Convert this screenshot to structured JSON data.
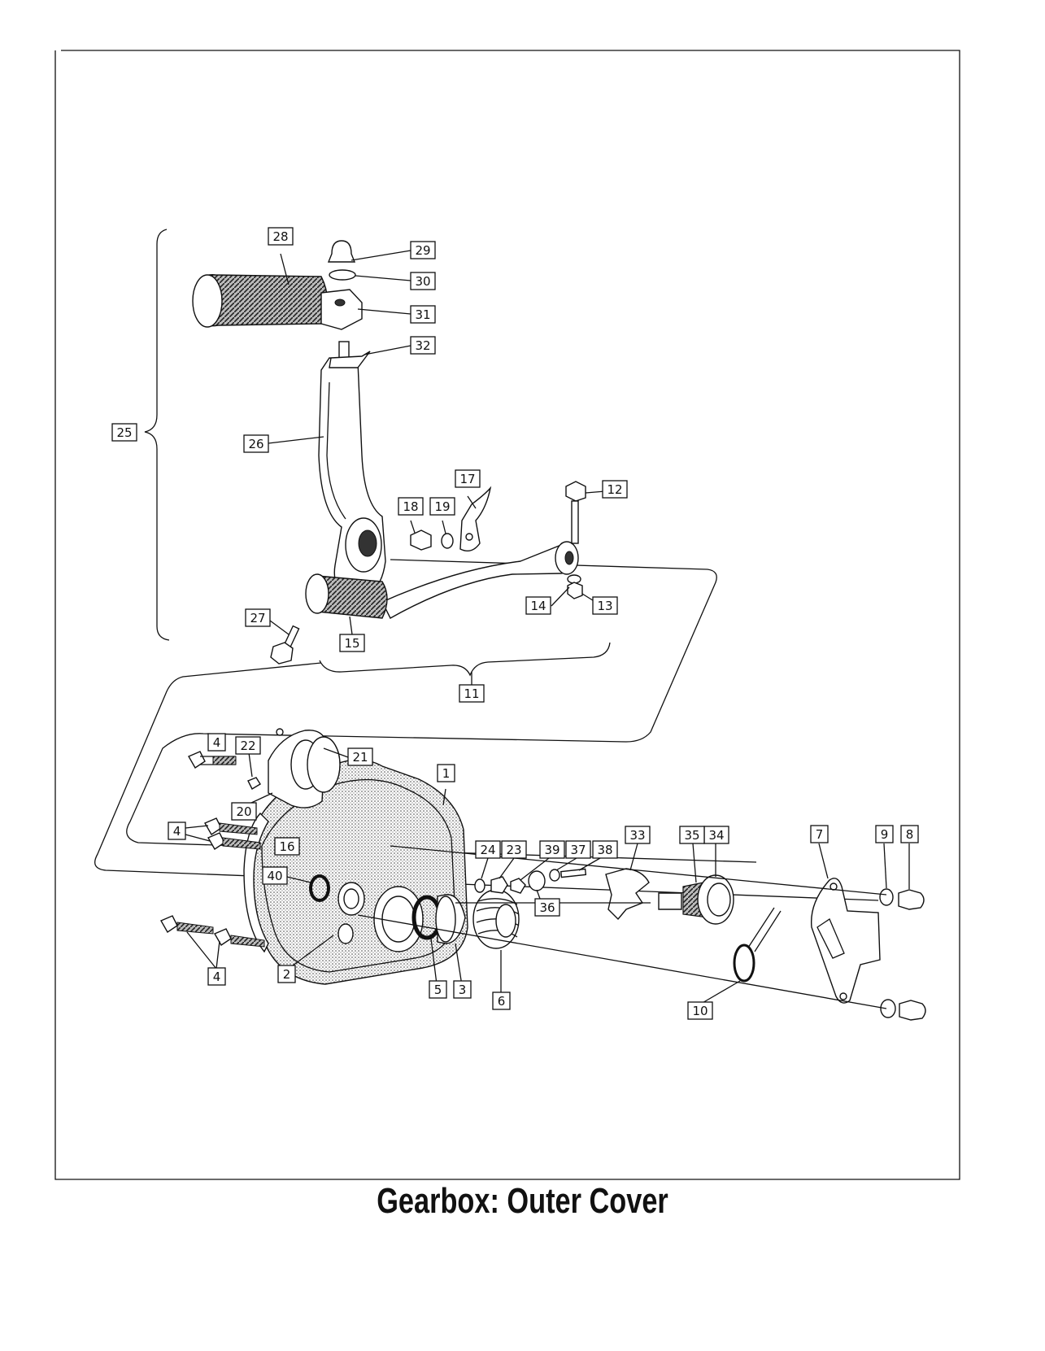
{
  "title": "Gearbox: Outer Cover",
  "labels": {
    "l1": "1",
    "l2": "2",
    "l3": "3",
    "l4a": "4",
    "l4b": "4",
    "l4c": "4",
    "l5": "5",
    "l6": "6",
    "l7": "7",
    "l8": "8",
    "l9": "9",
    "l10": "10",
    "l11": "11",
    "l12": "12",
    "l13": "13",
    "l14": "14",
    "l15": "15",
    "l16": "16",
    "l17": "17",
    "l18": "18",
    "l19": "19",
    "l20": "20",
    "l21": "21",
    "l22": "22",
    "l23": "23",
    "l24": "24",
    "l25": "25",
    "l26": "26",
    "l27": "27",
    "l28": "28",
    "l29": "29",
    "l30": "30",
    "l31": "31",
    "l32": "32",
    "l33": "33",
    "l34": "34",
    "l35": "35",
    "l36": "36",
    "l37": "37",
    "l38": "38",
    "l39": "39",
    "l40": "40"
  }
}
